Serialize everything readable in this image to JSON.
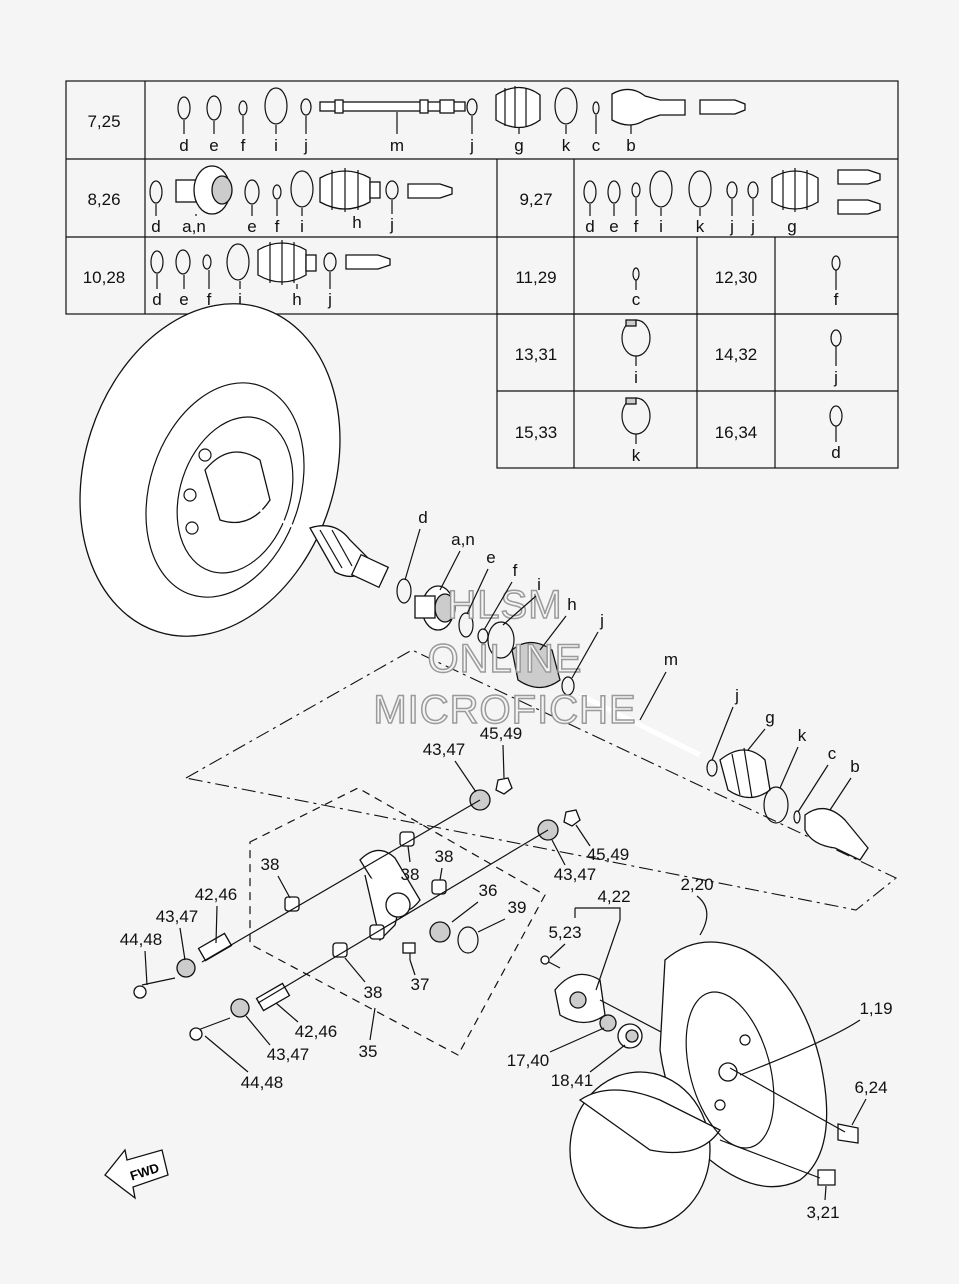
{
  "table": {
    "rows": [
      {
        "key": "7,25",
        "parts": [
          "d",
          "e",
          "f",
          "i",
          "j",
          "m",
          "j",
          "g",
          "k",
          "c",
          "b"
        ]
      },
      {
        "key": "8,26",
        "parts": [
          "d",
          "a,n",
          "e",
          "f",
          "i",
          "h",
          "j"
        ]
      },
      {
        "key": "9,27",
        "parts": [
          "d",
          "e",
          "f",
          "i",
          "k",
          "j",
          "j",
          "g"
        ]
      },
      {
        "key": "10,28",
        "parts": [
          "d",
          "e",
          "f",
          "i",
          "h",
          "j"
        ]
      },
      {
        "key": "11,29",
        "parts": [
          "c"
        ]
      },
      {
        "key": "12,30",
        "parts": [
          "f"
        ]
      },
      {
        "key": "13,31",
        "parts": [
          "i"
        ]
      },
      {
        "key": "14,32",
        "parts": [
          "j"
        ]
      },
      {
        "key": "15,33",
        "parts": [
          "k"
        ]
      },
      {
        "key": "16,34",
        "parts": [
          "d"
        ]
      }
    ]
  },
  "callouts": {
    "d": "d",
    "an": "a,n",
    "e": "e",
    "f": "f",
    "i": "i",
    "h": "h",
    "j1": "j",
    "m": "m",
    "j2": "j",
    "g": "g",
    "k": "k",
    "c": "c",
    "b": "b",
    "c4347a": "43,47",
    "c4549a": "45,49",
    "c4549b": "45,49",
    "c4347b": "43,47",
    "c38a": "38",
    "c38b": "38",
    "c38c": "38",
    "c38d": "38",
    "c36": "36",
    "c39": "39",
    "c37": "37",
    "c35": "35",
    "c4246a": "42,46",
    "c4347c": "43,47",
    "c4448a": "44,48",
    "c4246b": "42,46",
    "c4347d": "43,47",
    "c4448b": "44,48",
    "c422": "4,22",
    "c523": "5,23",
    "c220": "2,20",
    "c119": "1,19",
    "c1740": "17,40",
    "c1841": "18,41",
    "c624": "6,24",
    "c321": "3,21"
  },
  "watermark": [
    "HLSM",
    "ONLINE",
    "MICROFICHE"
  ],
  "fwd_label": "FWD"
}
